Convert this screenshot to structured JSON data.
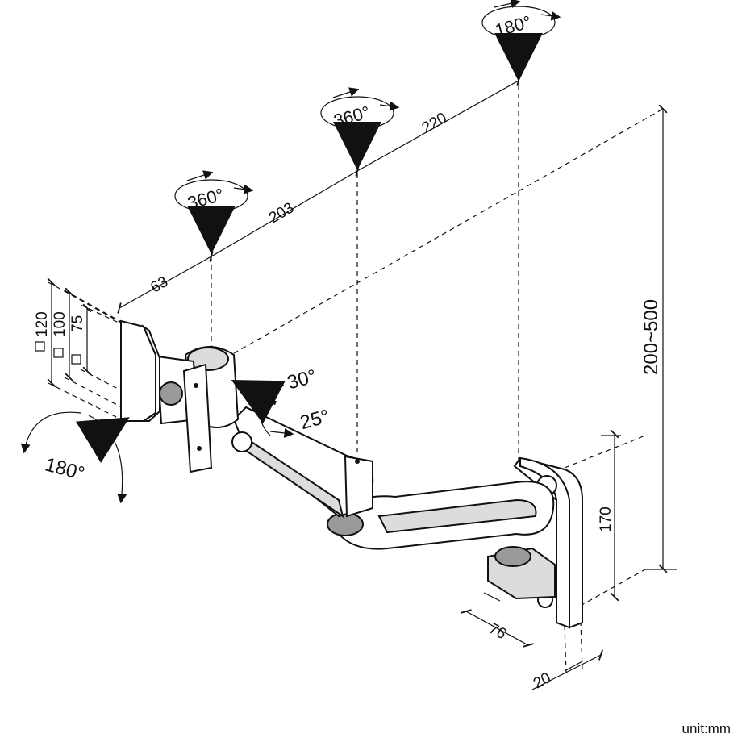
{
  "dimensions": {
    "arm_seg_1": "63",
    "arm_seg_2": "203",
    "arm_seg_3": "220",
    "height_range": "200~500",
    "plate_height": "170",
    "plate_depth": "76",
    "plate_thickness": "20"
  },
  "vesa": {
    "v120": "120",
    "v100": "100",
    "v75": "75"
  },
  "rotations": {
    "joint_1": "360°",
    "joint_2": "360°",
    "joint_3": "180°",
    "screen_rotate": "180°",
    "tilt_up": "30°",
    "tilt_down": "25°"
  },
  "unit_label": "unit:mm"
}
